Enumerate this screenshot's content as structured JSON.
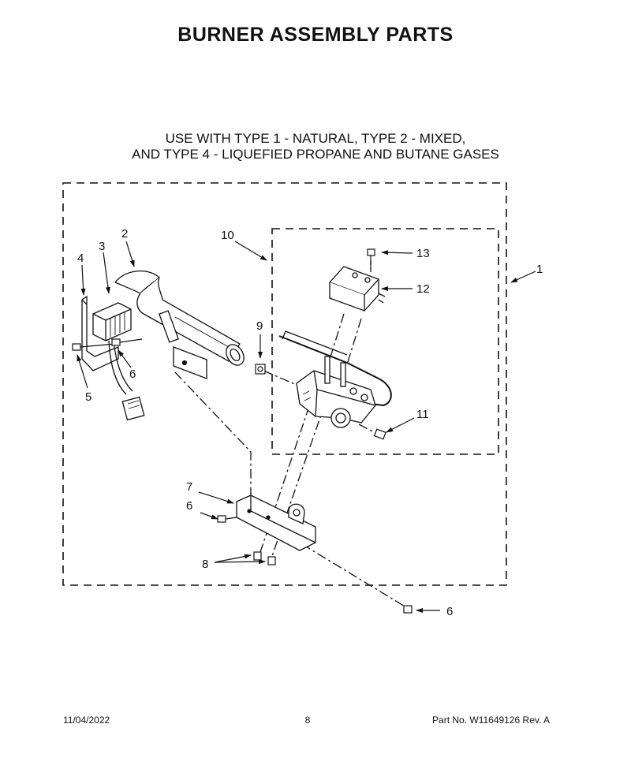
{
  "title": "BURNER ASSEMBLY PARTS",
  "subtitle_lines": [
    "USE WITH TYPE 1 - NATURAL, TYPE 2 - MIXED,",
    "AND TYPE 4 - LIQUEFIED PROPANE AND BUTANE GASES"
  ],
  "callouts": {
    "c1": "1",
    "c2": "2",
    "c3": "3",
    "c4": "4",
    "c5": "5",
    "c6a": "6",
    "c6b": "6",
    "c6c": "6",
    "c7": "7",
    "c8": "8",
    "c9": "9",
    "c10": "10",
    "c11": "11",
    "c12": "12",
    "c13": "13"
  },
  "footer": {
    "date": "11/04/2022",
    "page": "8",
    "part": "Part No.  W11649126  Rev.  A"
  }
}
